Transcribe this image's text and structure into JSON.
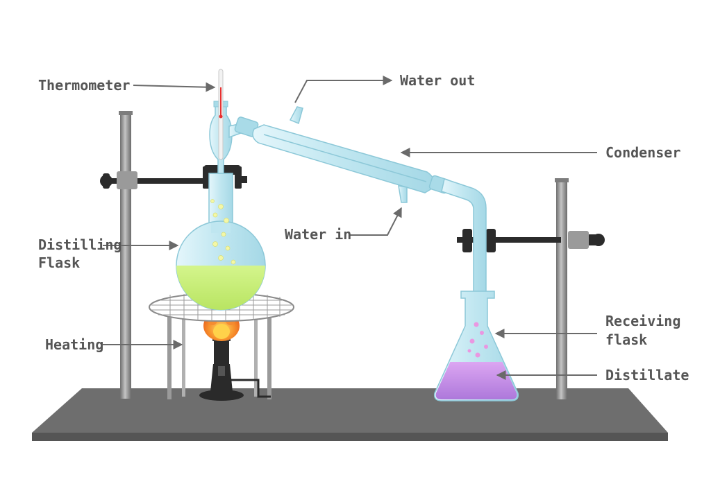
{
  "labels": {
    "thermometer": "Thermometer",
    "water_out": "Water out",
    "condenser": "Condenser",
    "water_in": "Water in",
    "distilling_flask_line1": "Distilling",
    "distilling_flask_line2": "Flask",
    "heating": "Heating",
    "receiving_flask_line1": "Receiving",
    "receiving_flask_line2": "flask",
    "distillate": "Distillate"
  },
  "colors": {
    "background": "#ffffff",
    "bench": "#6e6e6e",
    "bench_edge": "#555555",
    "stand_rod": "#8a8a8a",
    "clamp": "#2b2b2b",
    "glass": "#bfe6f0",
    "glass_edge": "#8cc8d8",
    "flask_liquid": "#c6ee74",
    "distillate": "#c98ee8",
    "flame_outer": "#f07a2a",
    "flame_inner": "#ffd24a",
    "burner": "#2a2a2a",
    "gauze": "#8a8a8a",
    "label_text": "#555555",
    "leader_line": "#6a6a6a",
    "thermo_red": "#e83030"
  },
  "icons": {
    "thermometer": "thermometer-icon",
    "distilling_flask": "round-bottom-flask-icon",
    "condenser": "liebig-condenser-icon",
    "receiving_flask": "erlenmeyer-flask-icon",
    "burner": "bunsen-burner-icon",
    "retort_stand": "retort-stand-icon"
  }
}
